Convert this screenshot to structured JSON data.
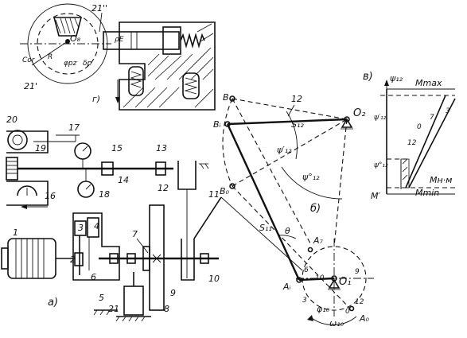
{
  "labels": {
    "part_1": "1",
    "part_2": "2",
    "part_3": "3",
    "part_4": "4",
    "part_5": "5",
    "part_6": "6",
    "part_7": "7",
    "part_8": "8",
    "part_9": "9",
    "part_10": "10",
    "part_11": "11",
    "part_12": "12",
    "part_13": "13",
    "part_14": "14",
    "part_15": "15",
    "part_16": "16",
    "part_17": "17",
    "part_18": "18",
    "part_19": "19",
    "part_20": "20",
    "part_21": "21",
    "sub_a": "а)",
    "sub_b": "б)",
    "sub_v": "в)",
    "sub_g": "г)",
    "label_21pp": "21''",
    "label_21p": "21'",
    "O8": "O₈",
    "Cor": "Cor",
    "R": "R",
    "phi_rz": "φрz",
    "delta_p": "δр",
    "pE": "ρE",
    "B": "B",
    "Bi": "Bᵢ",
    "B0": "B₀",
    "O2": "O₂",
    "O1": "O₁",
    "Ai": "Aᵢ",
    "A7": "A₇",
    "A0": "A₀",
    "S12": "S₁₂",
    "phi12_prime": "ψ′₁₂",
    "phi12_zero": "ψ°₁₂",
    "S11": "S₁₁",
    "theta": "θ",
    "phi10": "φ₁₀",
    "omega10": "ω₁₀",
    "pt_3": "3",
    "pt_6": "6",
    "pt_9": "9",
    "pt_10": "10",
    "pt_12": "12",
    "pt_0": "0",
    "v_psi12": "ψ₁₂",
    "Mmax": "Mmax",
    "Mnm": "Mн·м",
    "Mmin": "Mmin",
    "Mprime": "M′",
    "v_psi_prime": "ψ′₁₂",
    "v_psi_zero": "ψ°₁₂",
    "v_12": "12",
    "v_0": "0",
    "v_3": "3",
    "v_7": "7"
  }
}
